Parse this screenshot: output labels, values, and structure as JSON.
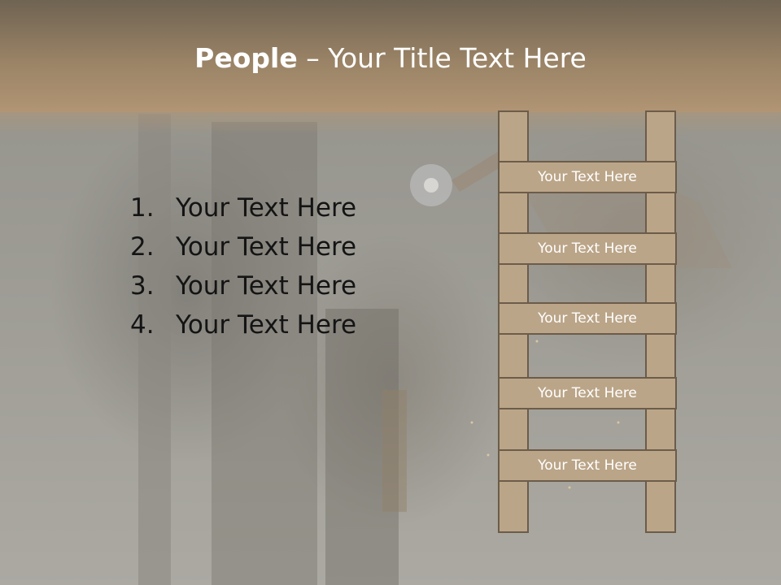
{
  "title": {
    "bold": "People",
    "rest": " – Your Title Text Here"
  },
  "list": [
    {
      "num": "1.",
      "text": "Your Text Here"
    },
    {
      "num": "2.",
      "text": "Your Text Here"
    },
    {
      "num": "3.",
      "text": "Your Text Here"
    },
    {
      "num": "4.",
      "text": "Your Text Here"
    }
  ],
  "ladder": {
    "rungs": [
      "Your Text Here",
      "Your Text Here",
      "Your Text Here",
      "Your Text Here",
      "Your Text Here"
    ]
  },
  "colors": {
    "title_band": "#9a8366",
    "ladder_fill": "#bba588",
    "ladder_border": "#6c5c4a"
  }
}
